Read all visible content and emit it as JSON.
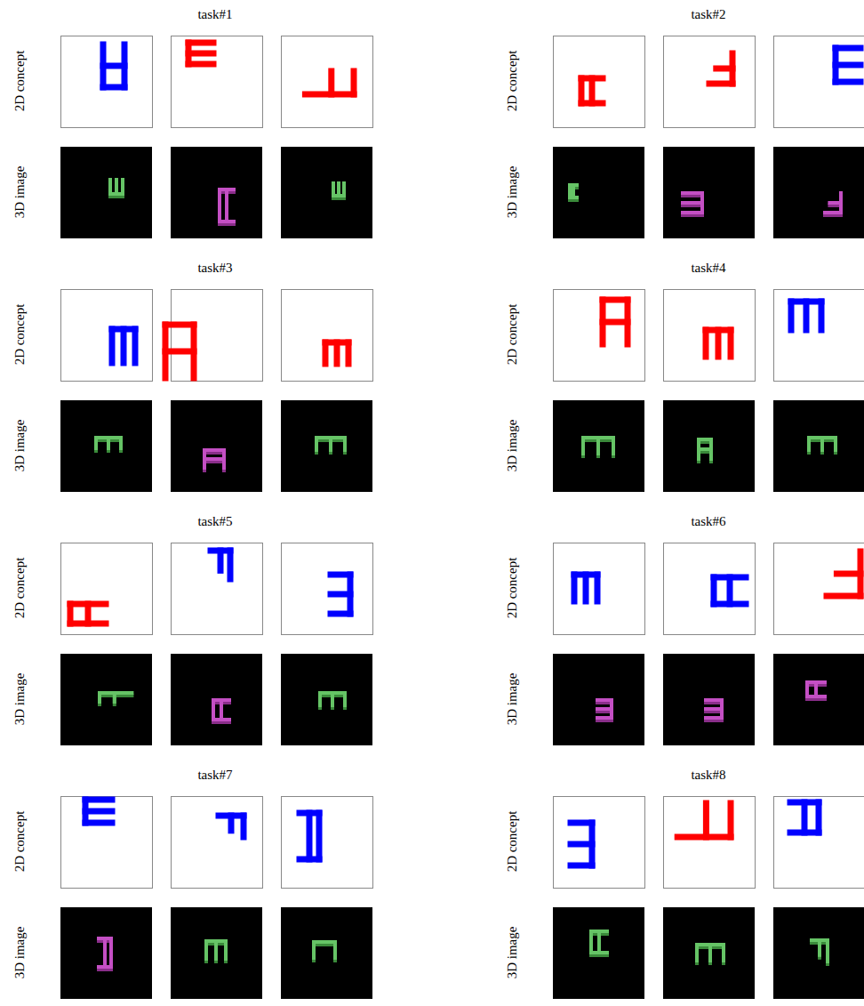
{
  "diagram": {
    "labels": [
      "task#1",
      "2D concept",
      "3D image",
      "task#2",
      "2D concept",
      "3D image",
      "task#3",
      "2D concept",
      "3D image",
      "task#4",
      "2D concept",
      "3D image",
      "task#5",
      "2D concept",
      "3D image",
      "task#6",
      "2D concept",
      "3D image",
      "task#7",
      "2D concept",
      "3D image",
      "task#8",
      "2D concept",
      "3D image"
    ]
  }
}
